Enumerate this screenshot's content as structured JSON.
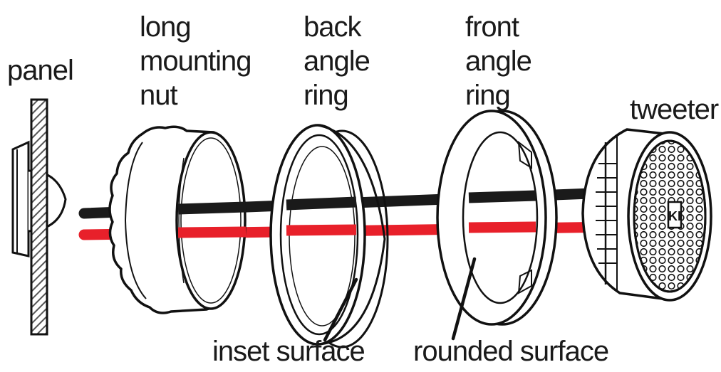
{
  "labels": {
    "panel": "panel",
    "nut": [
      "long",
      "mounting",
      "nut"
    ],
    "back_ring": [
      "back",
      "angle",
      "ring"
    ],
    "front_ring": [
      "front",
      "angle",
      "ring"
    ],
    "tweeter": "tweeter",
    "inset_surface": "inset surface",
    "rounded_surface": "rounded surface"
  },
  "logo_text": "KI",
  "colors": {
    "outline": "#111111",
    "wire_black": "#1a1a1a",
    "wire_red": "#e8202a",
    "panel_hatch": "#555555",
    "background": "#ffffff"
  }
}
